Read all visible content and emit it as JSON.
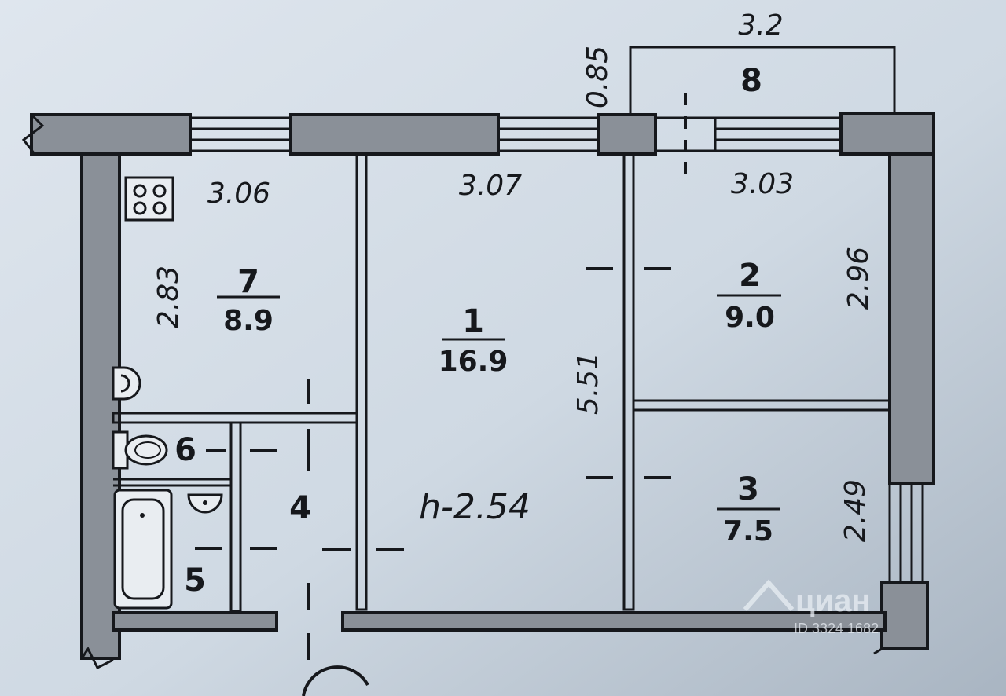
{
  "rooms": [
    {
      "number": "1",
      "area": "16.9"
    },
    {
      "number": "2",
      "area": "9.0"
    },
    {
      "number": "3",
      "area": "7.5"
    },
    {
      "number": "4"
    },
    {
      "number": "5"
    },
    {
      "number": "6"
    },
    {
      "number": "7",
      "area": "8.9"
    },
    {
      "number": "8"
    }
  ],
  "dimensions": {
    "balcony_width": "3.2",
    "balcony_depth": "0.85",
    "kitchen_width": "3.06",
    "living_width": "3.07",
    "bedroom_width": "3.03",
    "kitchen_length": "2.83",
    "living_length": "5.51",
    "bedroom2_length": "2.96",
    "bedroom3_length": "2.49"
  },
  "ceiling_height": "h-2.54",
  "watermark": {
    "brand": "циан",
    "id": "ID 3324 1682"
  },
  "colors": {
    "paper": "#c9d4de",
    "wall": "#8a9098",
    "ink": "#16181c"
  }
}
